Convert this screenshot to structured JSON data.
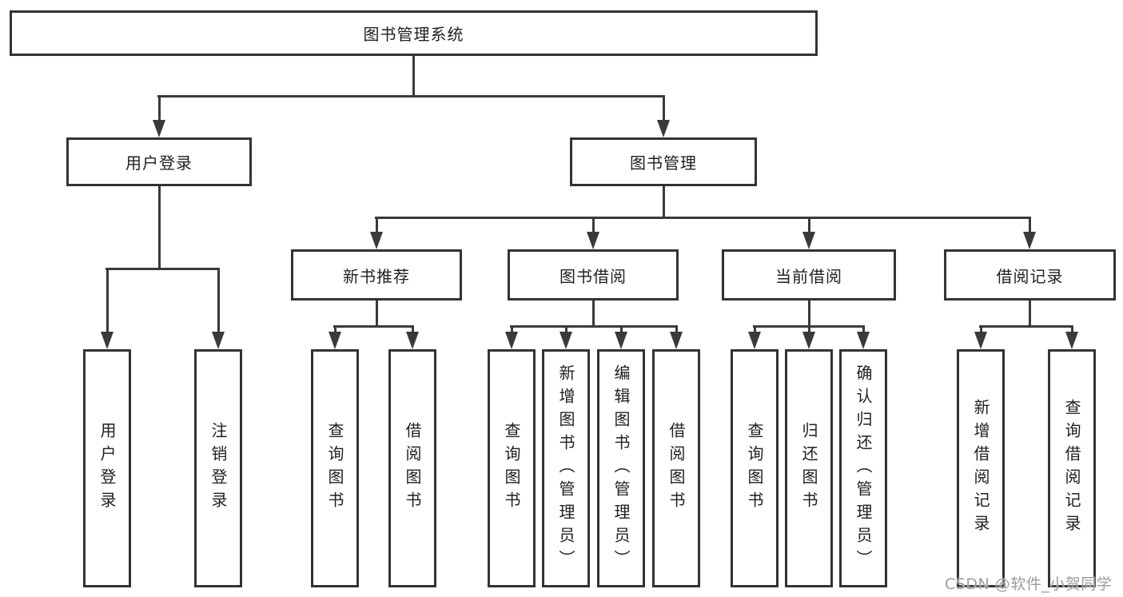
{
  "tree": {
    "label": "图书管理系统",
    "children": [
      {
        "label": "用户登录",
        "children": [
          {
            "label": "用户登录"
          },
          {
            "label": "注销登录"
          }
        ]
      },
      {
        "label": "图书管理",
        "children": [
          {
            "label": "新书推荐",
            "children": [
              {
                "label": "查询图书"
              },
              {
                "label": "借阅图书"
              }
            ]
          },
          {
            "label": "图书借阅",
            "children": [
              {
                "label": "查询图书"
              },
              {
                "label": "新增图书（管理员）"
              },
              {
                "label": "编辑图书（管理员）"
              },
              {
                "label": "借阅图书"
              }
            ]
          },
          {
            "label": "当前借阅",
            "children": [
              {
                "label": "查询图书"
              },
              {
                "label": "归还图书"
              },
              {
                "label": "确认归还（管理员）"
              }
            ]
          },
          {
            "label": "借阅记录",
            "children": [
              {
                "label": "新增借阅记录"
              },
              {
                "label": "查询借阅记录"
              }
            ]
          }
        ]
      }
    ]
  },
  "watermark": "CSDN @软件_小贺同学",
  "colors": {
    "background": "#ffffff",
    "line": "#3a3a3a",
    "box_border": "#333333",
    "text": "#1f1f1f",
    "watermark": "#9c9c9c"
  }
}
